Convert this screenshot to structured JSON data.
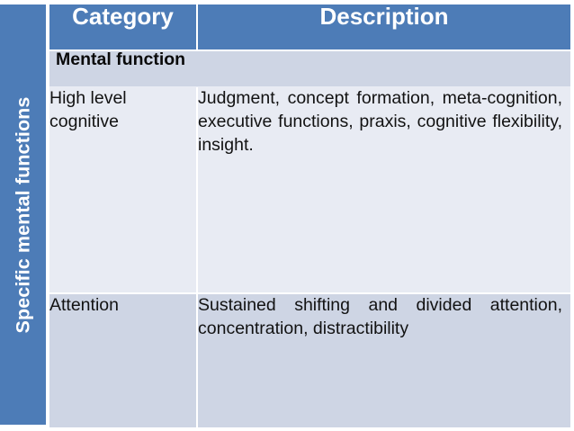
{
  "side_band": {
    "label": "Specific mental functions",
    "color": "#4d7cb7",
    "text_color": "#ffffff"
  },
  "table": {
    "header_bg": "#4d7cb7",
    "header_text_color": "#ffffff",
    "row_mid_bg": "#ced5e4",
    "row_light_bg": "#e8ebf3",
    "columns": [
      {
        "key": "category",
        "label": "Category"
      },
      {
        "key": "description",
        "label": "Description"
      }
    ],
    "group_row": {
      "label": "Mental function"
    },
    "rows": [
      {
        "category": "High level cognitive",
        "description": "Judgment, concept formation, meta-cognition, executive functions, praxis, cognitive flexibility, insight.",
        "shade": "light"
      },
      {
        "category": "Attention",
        "description": "Sustained shifting and divided attention, concentration, distractibility",
        "shade": "mid"
      }
    ]
  }
}
